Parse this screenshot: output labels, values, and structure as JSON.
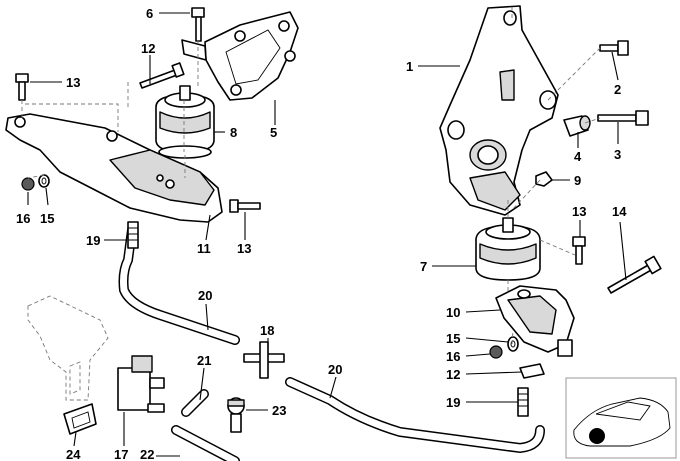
{
  "callouts": {
    "c1": "1",
    "c2": "2",
    "c3": "3",
    "c4": "4",
    "c5": "5",
    "c6": "6",
    "c7": "7",
    "c8": "8",
    "c9": "9",
    "c10": "10",
    "c11": "11",
    "c12a": "12",
    "c12b": "12",
    "c13a": "13",
    "c13b": "13",
    "c13c": "13",
    "c14": "14",
    "c15a": "15",
    "c15b": "15",
    "c16a": "16",
    "c16b": "16",
    "c17": "17",
    "c18": "18",
    "c19a": "19",
    "c19b": "19",
    "c20a": "20",
    "c20b": "20",
    "c21": "21",
    "c22": "22",
    "c23": "23",
    "c24": "24"
  },
  "colors": {
    "line": "#000000",
    "shade": "#d9d9d9",
    "dark": "#5a5a5a",
    "dot": "#000000"
  }
}
